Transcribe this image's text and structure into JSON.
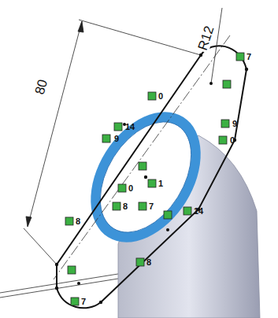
{
  "diagram": {
    "labels": [
      "R12",
      "80",
      "7",
      "0",
      "9",
      "0",
      "14",
      "9",
      "0",
      "1",
      "7",
      "8",
      "14",
      "8",
      "8",
      "7"
    ]
  }
}
